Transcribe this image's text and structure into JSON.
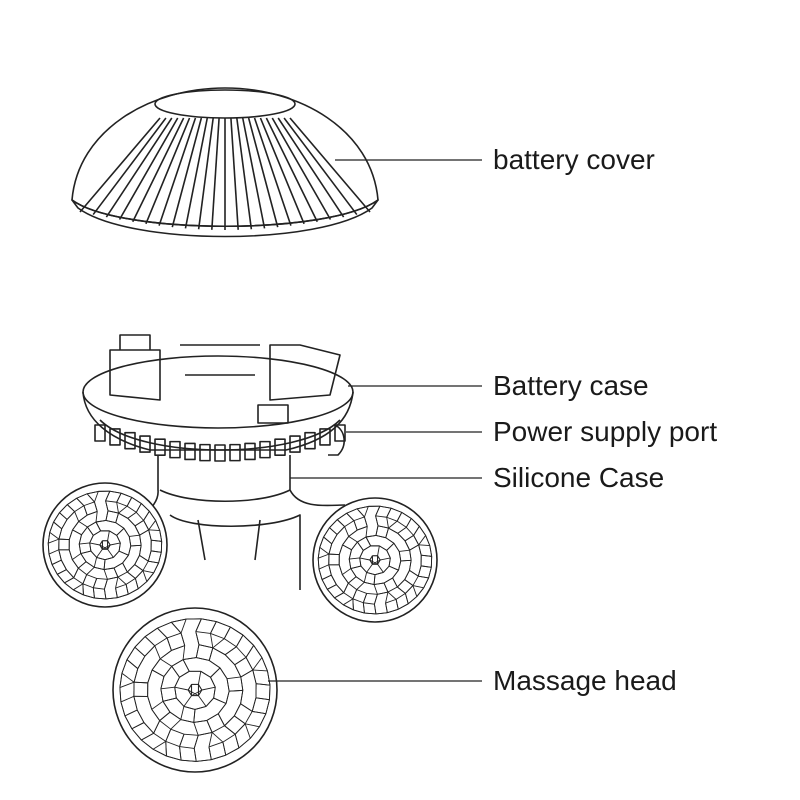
{
  "labels": {
    "battery_cover": "battery cover",
    "battery_case": "Battery case",
    "power_supply_port": "Power supply port",
    "silicone_case": "Silicone Case",
    "massage_head": "Massage head"
  },
  "colors": {
    "line": "#222222",
    "text": "#1a1a1a"
  }
}
